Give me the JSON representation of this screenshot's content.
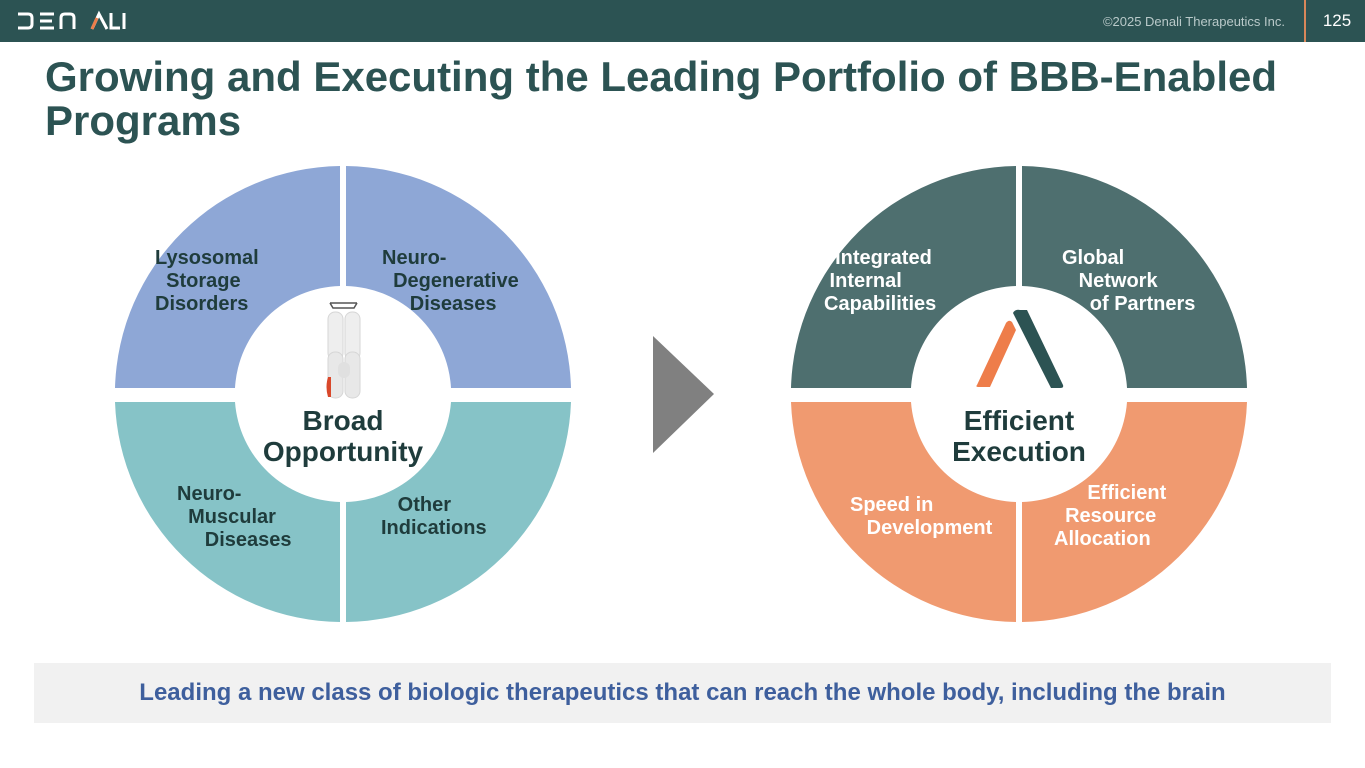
{
  "header": {
    "logo_text": "DENALI",
    "copyright": "©2025 Denali Therapeutics Inc.",
    "page_number": "125"
  },
  "title": "Growing and Executing the Leading Portfolio of BBB-Enabled Programs",
  "colors": {
    "brand_dark": "#2c5353",
    "brand_orange": "#ee7d4a",
    "left_top": "#8ea7d6",
    "left_bottom": "#86c3c7",
    "right_top": "#4e6f6f",
    "right_bottom": "#f09a70",
    "arrow": "#808080",
    "banner_text": "#3e5f9d"
  },
  "left_wheel": {
    "center": "Broad\nOpportunity",
    "center_line1": "Broad",
    "center_line2": "Opportunity",
    "center_icon": "antibody-icon",
    "segments": [
      {
        "position": "top-left",
        "label": "Lysosomal\n  Storage\nDisorders"
      },
      {
        "position": "top-right",
        "label": "Neuro-\n  Degenerative\n     Diseases"
      },
      {
        "position": "bottom-left",
        "label": "Neuro-\n  Muscular\n     Diseases"
      },
      {
        "position": "bottom-right",
        "label": "   Other\nIndications"
      }
    ]
  },
  "arrow_icon": "chevron-right-triangle",
  "right_wheel": {
    "center_line1": "Efficient",
    "center_line2": "Execution",
    "center_icon": "denali-mark-icon",
    "segments": [
      {
        "position": "top-left",
        "label": "  Integrated\n Internal\nCapabilities"
      },
      {
        "position": "top-right",
        "label": "Global\n   Network\n     of Partners"
      },
      {
        "position": "bottom-left",
        "label": "Speed in\n   Development"
      },
      {
        "position": "bottom-right",
        "label": "      Efficient\n  Resource\nAllocation"
      }
    ]
  },
  "banner": "Leading a new class of biologic therapeutics that can reach the whole body, including the brain"
}
